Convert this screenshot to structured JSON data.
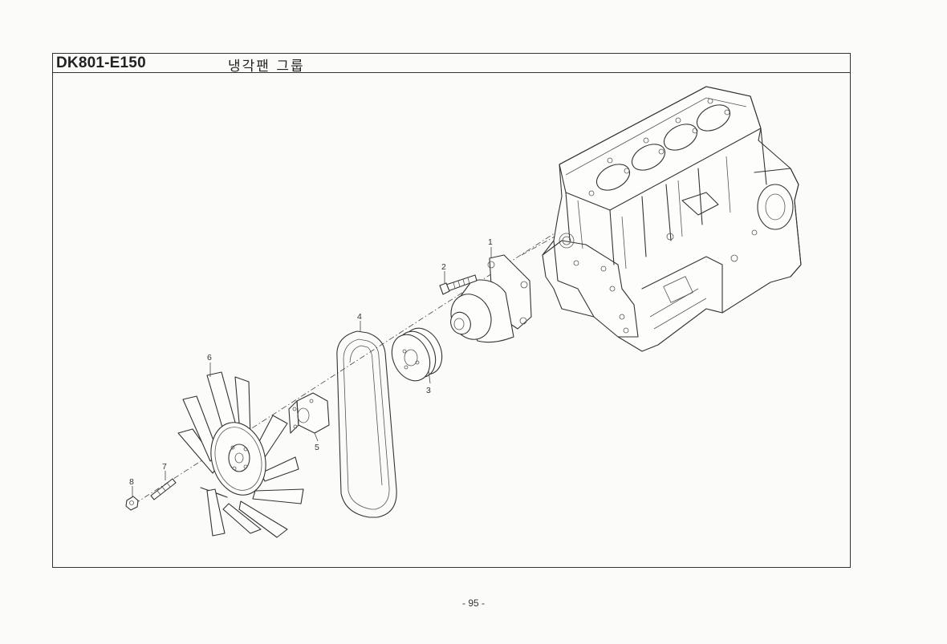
{
  "header": {
    "code": "DK801-E150",
    "title": "냉각팬 그룹"
  },
  "callouts": {
    "c1": "1",
    "c2": "2",
    "c3": "3",
    "c4": "4",
    "c5": "5",
    "c6": "6",
    "c7": "7",
    "c8": "8"
  },
  "footer": {
    "page_number": "- 95 -"
  }
}
